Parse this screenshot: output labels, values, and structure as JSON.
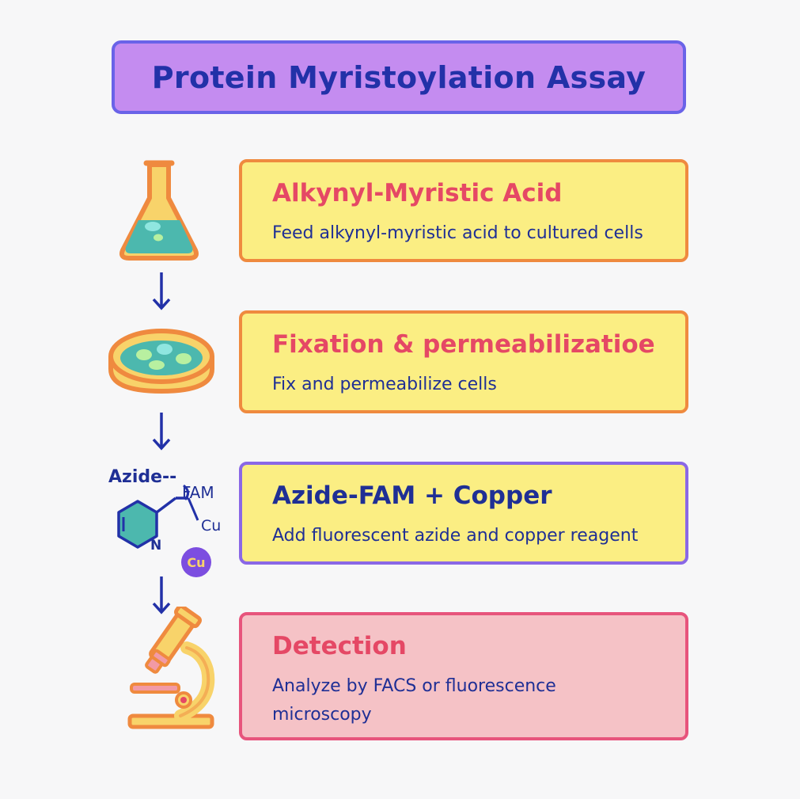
{
  "title": "Protein Myristoylation Assay",
  "steps": [
    {
      "title": "Alkynyl-Myristic Acid",
      "description": "Feed alkynyl-myristic acid to cultured cells",
      "icon": "flask-icon"
    },
    {
      "title": "Fixation & permeabilizatioe",
      "description": "Fix and permeabilize cells",
      "icon": "petri-dish-icon"
    },
    {
      "title": "Azide-FAM + Copper",
      "description": "Add fluorescent azide and copper reagent",
      "icon": "chemical-structure-icon"
    },
    {
      "title": "Detection",
      "description": "Analyze by FACS or fluorescence microscopy",
      "icon": "microscope-icon"
    }
  ],
  "chemistry": {
    "azide_label": "Azide-‐",
    "fam_label": "FAM",
    "cu_label": "Cu",
    "nitrogen_label": "N",
    "copper_badge": "Cu"
  },
  "colors": {
    "title_bg": "#c48cf0",
    "title_border": "#6a63e8",
    "title_text": "#2231a8",
    "box_yellow": "#fbee83",
    "box_pink": "#f5c2c6",
    "border_orange": "#ef8a3f",
    "border_purple": "#8a68e6",
    "border_pink": "#e7547c",
    "heading_red": "#e54865",
    "text_blue": "#1f2f95"
  }
}
